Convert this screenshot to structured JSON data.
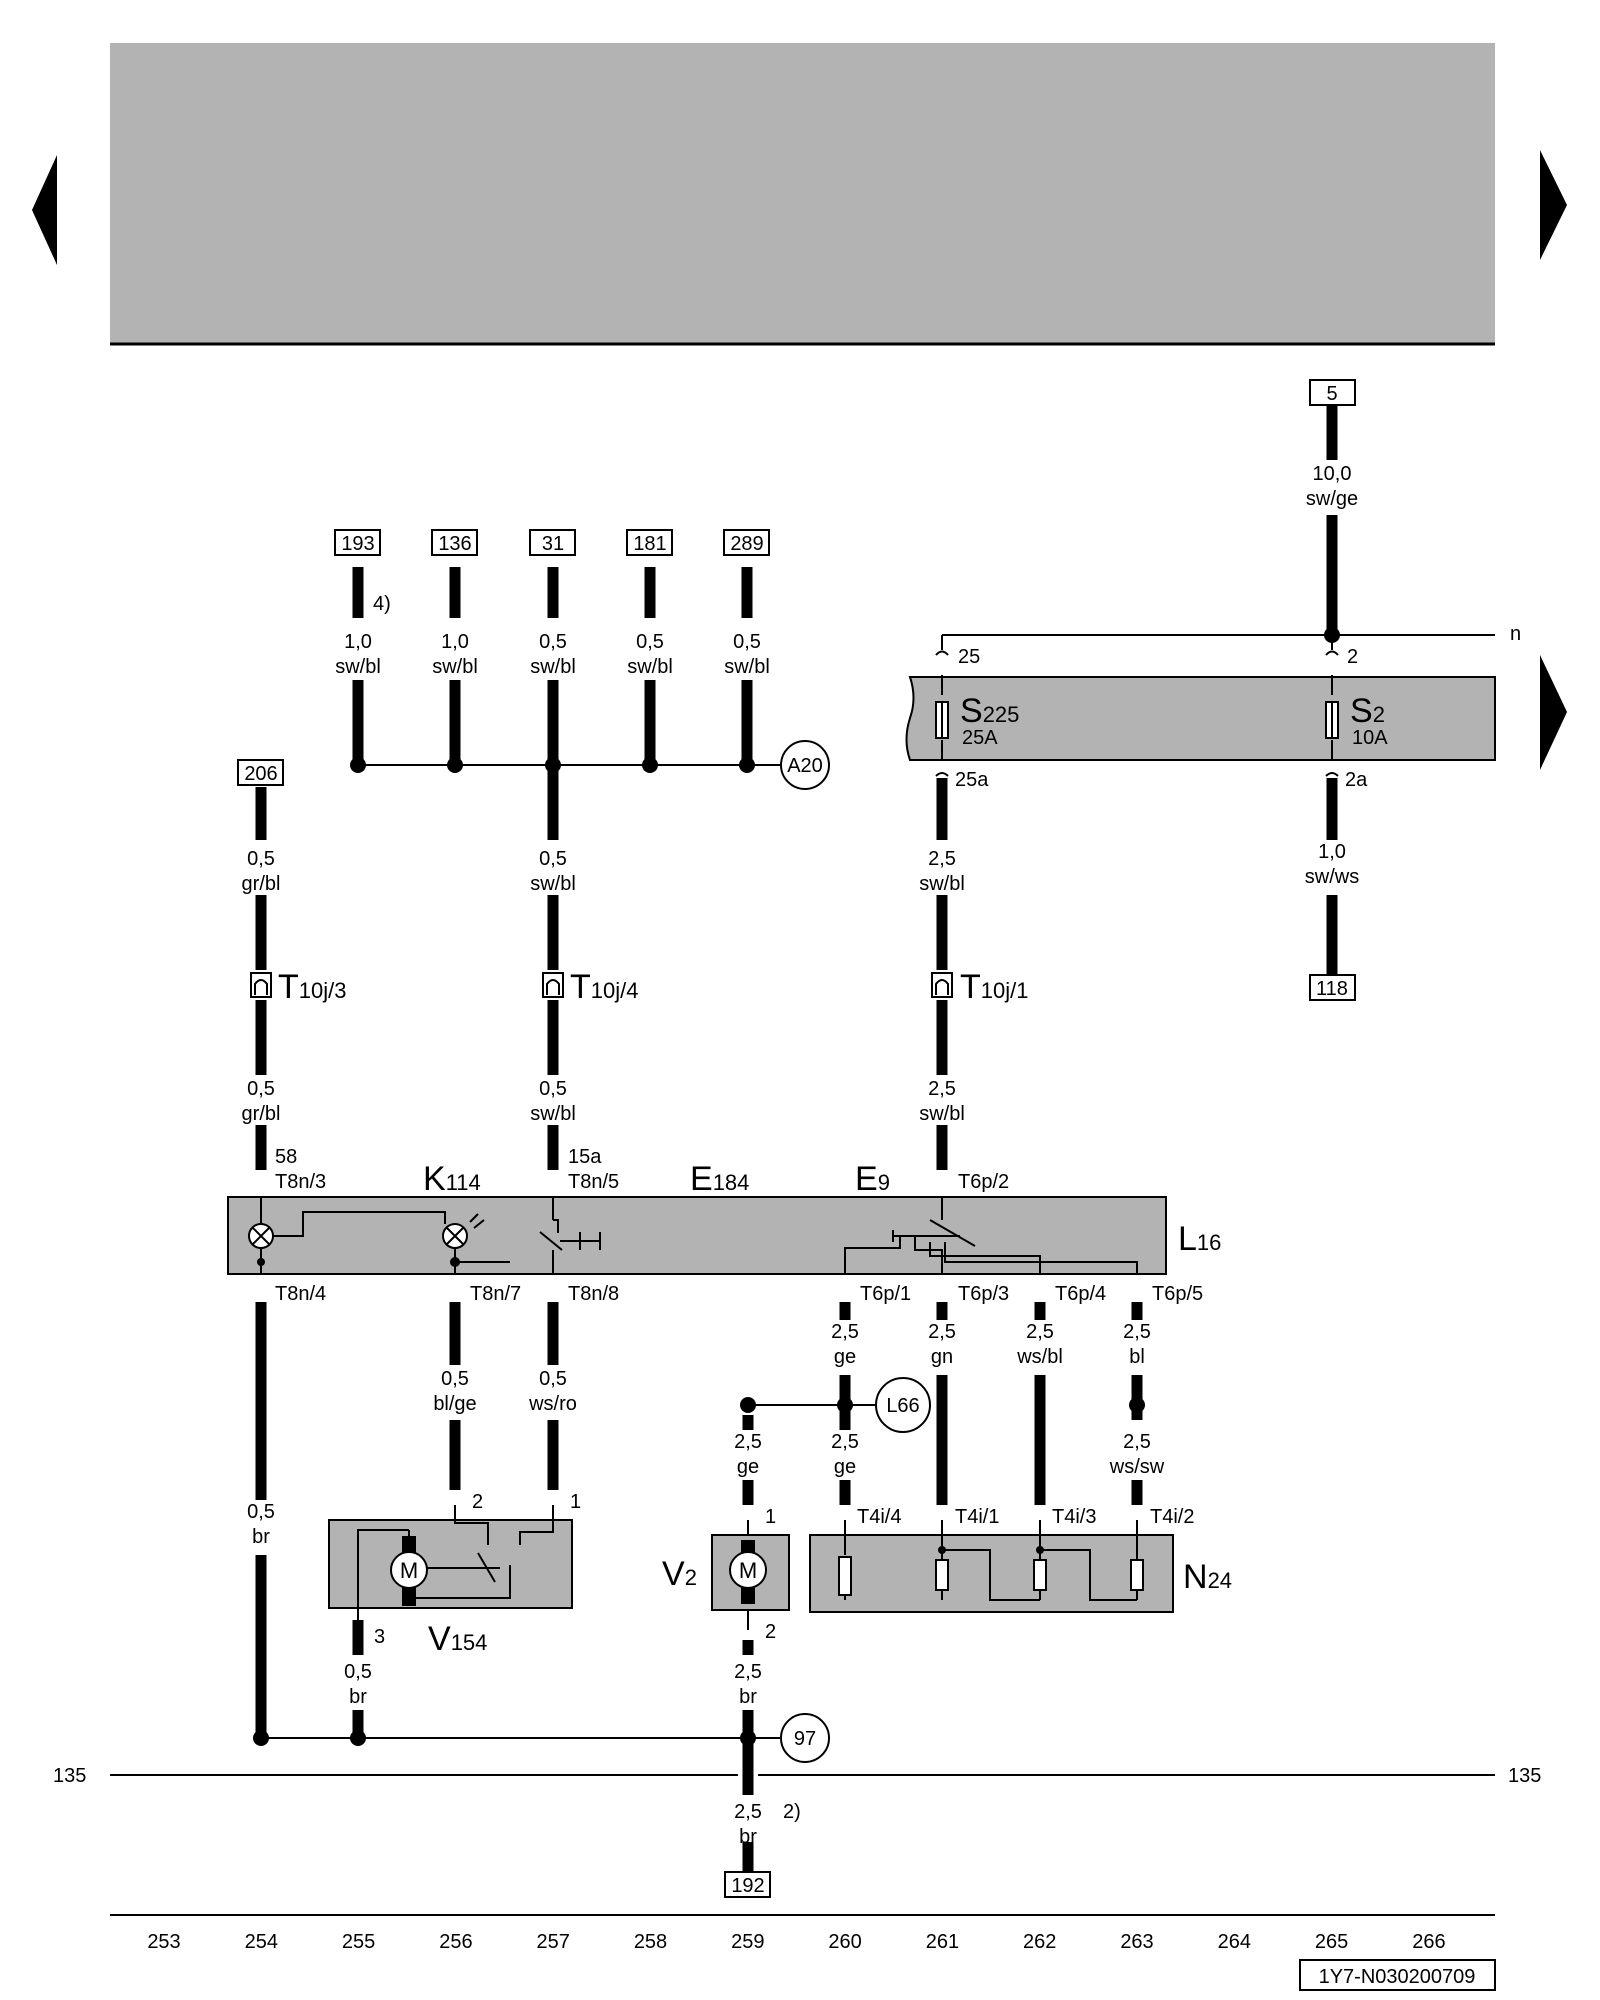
{
  "diagram_id": "1Y7-N030200709",
  "ground_bus": {
    "left": "135",
    "right": "135"
  },
  "tracks": [
    "253",
    "254",
    "255",
    "256",
    "257",
    "258",
    "259",
    "260",
    "261",
    "262",
    "263",
    "264",
    "265",
    "266"
  ],
  "wire_refs": {
    "r5": "5",
    "r193": "193",
    "r136": "136",
    "r31": "31",
    "r181": "181",
    "r289": "289",
    "r206": "206",
    "r118": "118",
    "r192": "192"
  },
  "junctions": {
    "a20": "A20",
    "l66": "L66",
    "g97": "97"
  },
  "labels": {
    "n": "n",
    "note4": "4)",
    "note2": "2)",
    "w10_sz": "10,0",
    "w10_col": "sw/ge",
    "w193_sz": "1,0",
    "w193_col": "sw/bl",
    "w136_sz": "1,0",
    "w136_col": "sw/bl",
    "w31_sz": "0,5",
    "w31_col": "sw/bl",
    "w181_sz": "0,5",
    "w181_col": "sw/bl",
    "w289_sz": "0,5",
    "w289_col": "sw/bl",
    "w206_sz": "0,5",
    "w206_col": "gr/bl",
    "w206b_sz": "0,5",
    "w206b_col": "gr/bl",
    "wA_sz": "0,5",
    "wA_col": "sw/bl",
    "wAb_sz": "0,5",
    "wAb_col": "sw/bl",
    "w25a_sz": "2,5",
    "w25a_col": "sw/bl",
    "w25b_sz": "2,5",
    "w25b_col": "sw/bl",
    "w2a_sz": "1,0",
    "w2a_col": "sw/ws",
    "pin25": "25",
    "pin25a": "25a",
    "pin2": "2",
    "pin2a": "2a",
    "s225_a": "25A",
    "s2_a": "10A",
    "t10j3": "10j/3",
    "t10j4": "10j/4",
    "t10j1": "10j/1",
    "p58": "58",
    "t8n3": "T8n/3",
    "p15a": "15a",
    "t8n5": "T8n/5",
    "t6p2": "T6p/2",
    "t8n4": "T8n/4",
    "t8n7": "T8n/7",
    "t8n8": "T8n/8",
    "t6p1": "T6p/1",
    "t6p3": "T6p/3",
    "t6p4": "T6p/4",
    "t6p5": "T6p/5",
    "w254_sz": "0,5",
    "w254_col": "br",
    "w256_sz": "0,5",
    "w256_col": "bl/ge",
    "w257_sz": "0,5",
    "w257_col": "ws/ro",
    "w260_sz": "2,5",
    "w260_col": "ge",
    "w260b_sz": "2,5",
    "w260b_col": "ge",
    "w259_sz": "2,5",
    "w259_col": "ge",
    "w261_sz": "2,5",
    "w261_col": "gn",
    "w262_sz": "2,5",
    "w262_col": "ws/bl",
    "w263_sz": "2,5",
    "w263_col": "bl",
    "w263b_sz": "2,5",
    "w263b_col": "ws/sw",
    "t4i4": "T4i/4",
    "t4i1": "T4i/1",
    "t4i3": "T4i/3",
    "t4i2": "T4i/2",
    "v154_p2": "2",
    "v154_p1": "1",
    "v154_p3": "3",
    "v2_p1": "1",
    "v2_p2": "2",
    "w255_sz": "0,5",
    "w255_col": "br",
    "w259b_sz": "2,5",
    "w259b_col": "br",
    "w259c_sz": "2,5",
    "w259c_col": "br",
    "motor_m": "M"
  },
  "components": {
    "s225": {
      "letter": "S",
      "sub": "225"
    },
    "s2": {
      "letter": "S",
      "sub": "2"
    },
    "t10j_letter": "T",
    "k114": {
      "letter": "K",
      "sub": "114"
    },
    "e184": {
      "letter": "E",
      "sub": "184"
    },
    "e9": {
      "letter": "E",
      "sub": "9"
    },
    "l16": {
      "letter": "L",
      "sub": "16"
    },
    "v154": {
      "letter": "V",
      "sub": "154"
    },
    "v2": {
      "letter": "V",
      "sub": "2"
    },
    "n24": {
      "letter": "N",
      "sub": "24"
    }
  },
  "colors": {
    "panel": "#b3b3b3",
    "wire": "#000000"
  }
}
